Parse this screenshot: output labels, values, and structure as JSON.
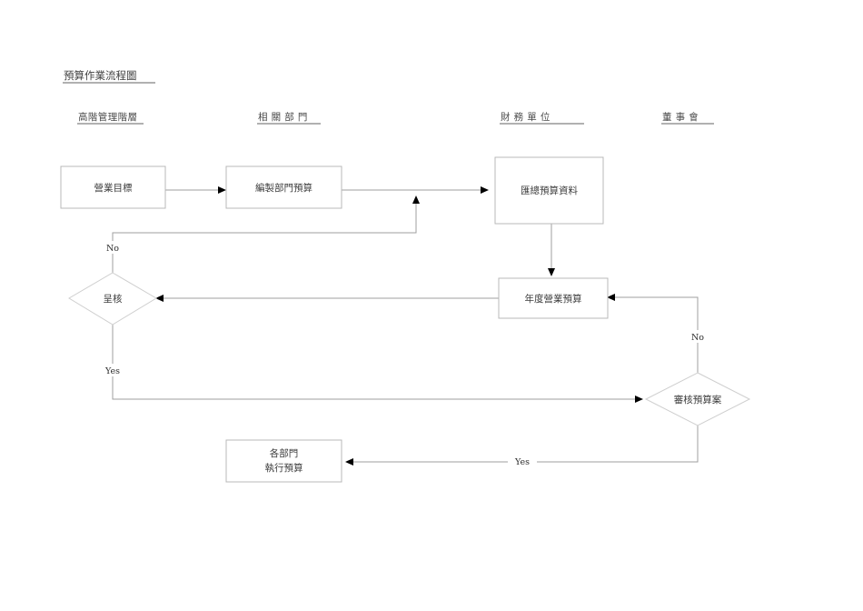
{
  "document": {
    "title": "預算作業流程圖",
    "background_color": "#ffffff",
    "line_color": "#9f9f9f",
    "text_color": "#3d3d3d"
  },
  "lanes": [
    {
      "id": "lane-senior-management",
      "label": "高階管理階層"
    },
    {
      "id": "lane-related-departments",
      "label": "相  關  部  門"
    },
    {
      "id": "lane-finance-unit",
      "label": "財  務  單  位"
    },
    {
      "id": "lane-board-of-directors",
      "label": "董  事  會"
    }
  ],
  "nodes": [
    {
      "id": "business-goal",
      "type": "process",
      "label": "營業目標",
      "lane": "lane-senior-management"
    },
    {
      "id": "prepare-department-budget",
      "type": "process",
      "label": "編製部門預算",
      "lane": "lane-related-departments"
    },
    {
      "id": "consolidate-budget-data",
      "type": "process",
      "label": "匯總預算資料",
      "lane": "lane-finance-unit"
    },
    {
      "id": "annual-operating-budget",
      "type": "process",
      "label": "年度營業預算",
      "lane": "lane-finance-unit"
    },
    {
      "id": "submit-for-approval",
      "type": "decision",
      "label": "呈核",
      "lane": "lane-senior-management"
    },
    {
      "id": "review-budget-proposal",
      "type": "decision",
      "label": "審核預算案",
      "lane": "lane-board-of-directors"
    },
    {
      "id": "departments-execute-budget",
      "type": "process",
      "label_line1": "各部門",
      "label_line2": "執行預算",
      "lane": "lane-related-departments"
    }
  ],
  "edges": [
    {
      "id": "edge-goal-to-prepare",
      "from": "business-goal",
      "to": "prepare-department-budget",
      "label": ""
    },
    {
      "id": "edge-prepare-to-consolidate",
      "from": "prepare-department-budget",
      "to": "consolidate-budget-data",
      "label": ""
    },
    {
      "id": "edge-consolidate-to-annual",
      "from": "consolidate-budget-data",
      "to": "annual-operating-budget",
      "label": ""
    },
    {
      "id": "edge-annual-to-approval",
      "from": "annual-operating-budget",
      "to": "submit-for-approval",
      "label": ""
    },
    {
      "id": "edge-approval-no-loop",
      "from": "submit-for-approval",
      "to": "prepare-department-budget",
      "label": "No"
    },
    {
      "id": "edge-approval-yes-to-review",
      "from": "submit-for-approval",
      "to": "review-budget-proposal",
      "label": "Yes"
    },
    {
      "id": "edge-review-no-to-annual",
      "from": "review-budget-proposal",
      "to": "annual-operating-budget",
      "label": "No"
    },
    {
      "id": "edge-review-yes-to-execute",
      "from": "review-budget-proposal",
      "to": "departments-execute-budget",
      "label": "Yes"
    }
  ]
}
